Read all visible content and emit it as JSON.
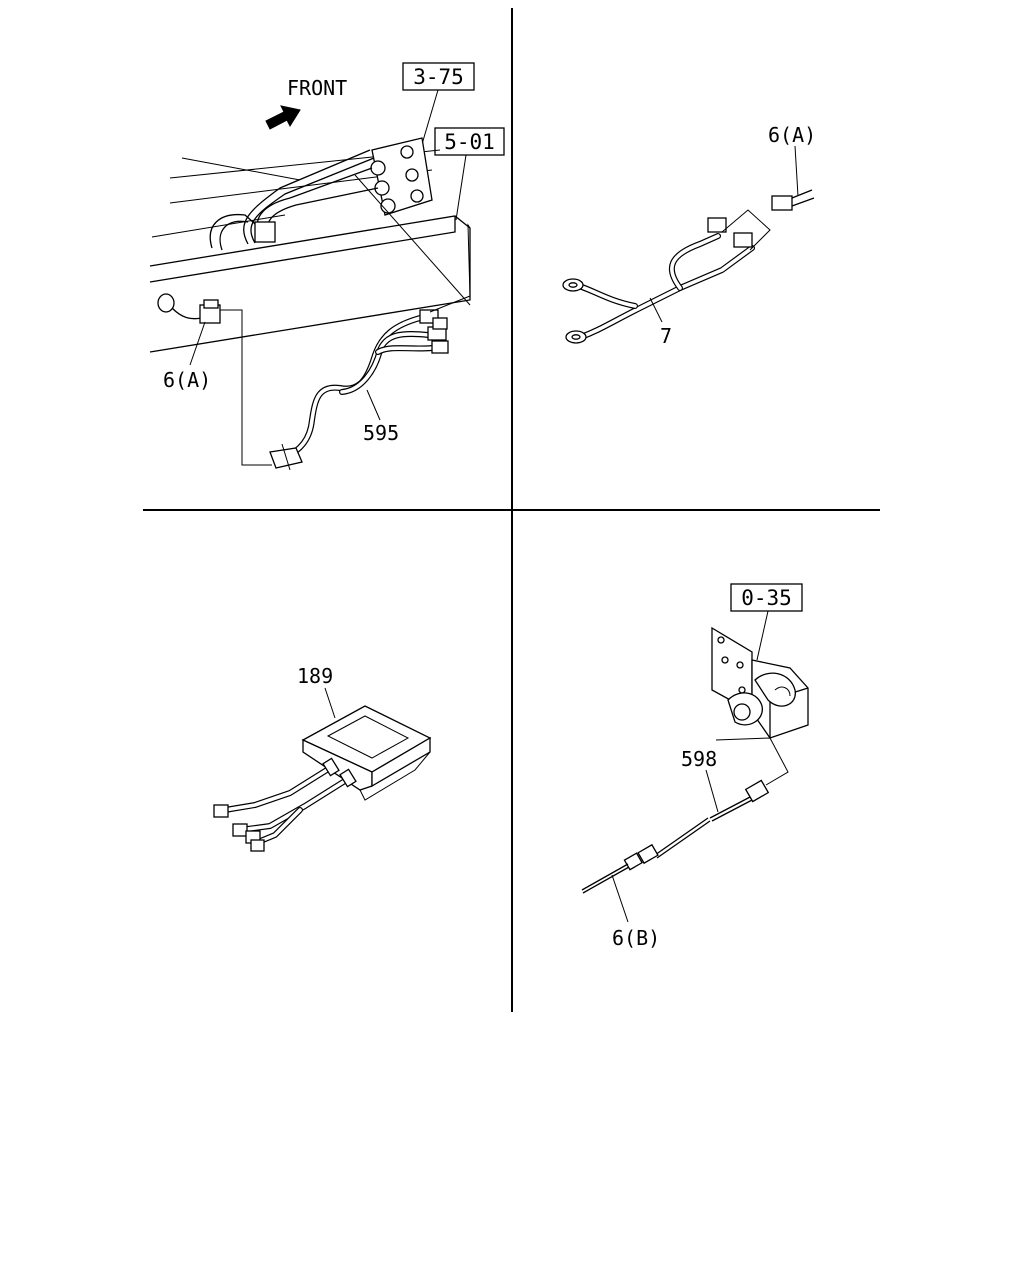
{
  "panel_top_left": {
    "direction_label": "FRONT",
    "ref_box_1": "3-75",
    "ref_box_2": "5-01",
    "callout_connector": "6(A)",
    "callout_harness": "595"
  },
  "panel_top_right": {
    "callout_connector": "6(A)",
    "callout_cable": "7"
  },
  "panel_bottom_left": {
    "callout_unit": "189"
  },
  "panel_bottom_right": {
    "ref_box": "0-35",
    "callout_cable": "598",
    "callout_connector": "6(B)"
  }
}
